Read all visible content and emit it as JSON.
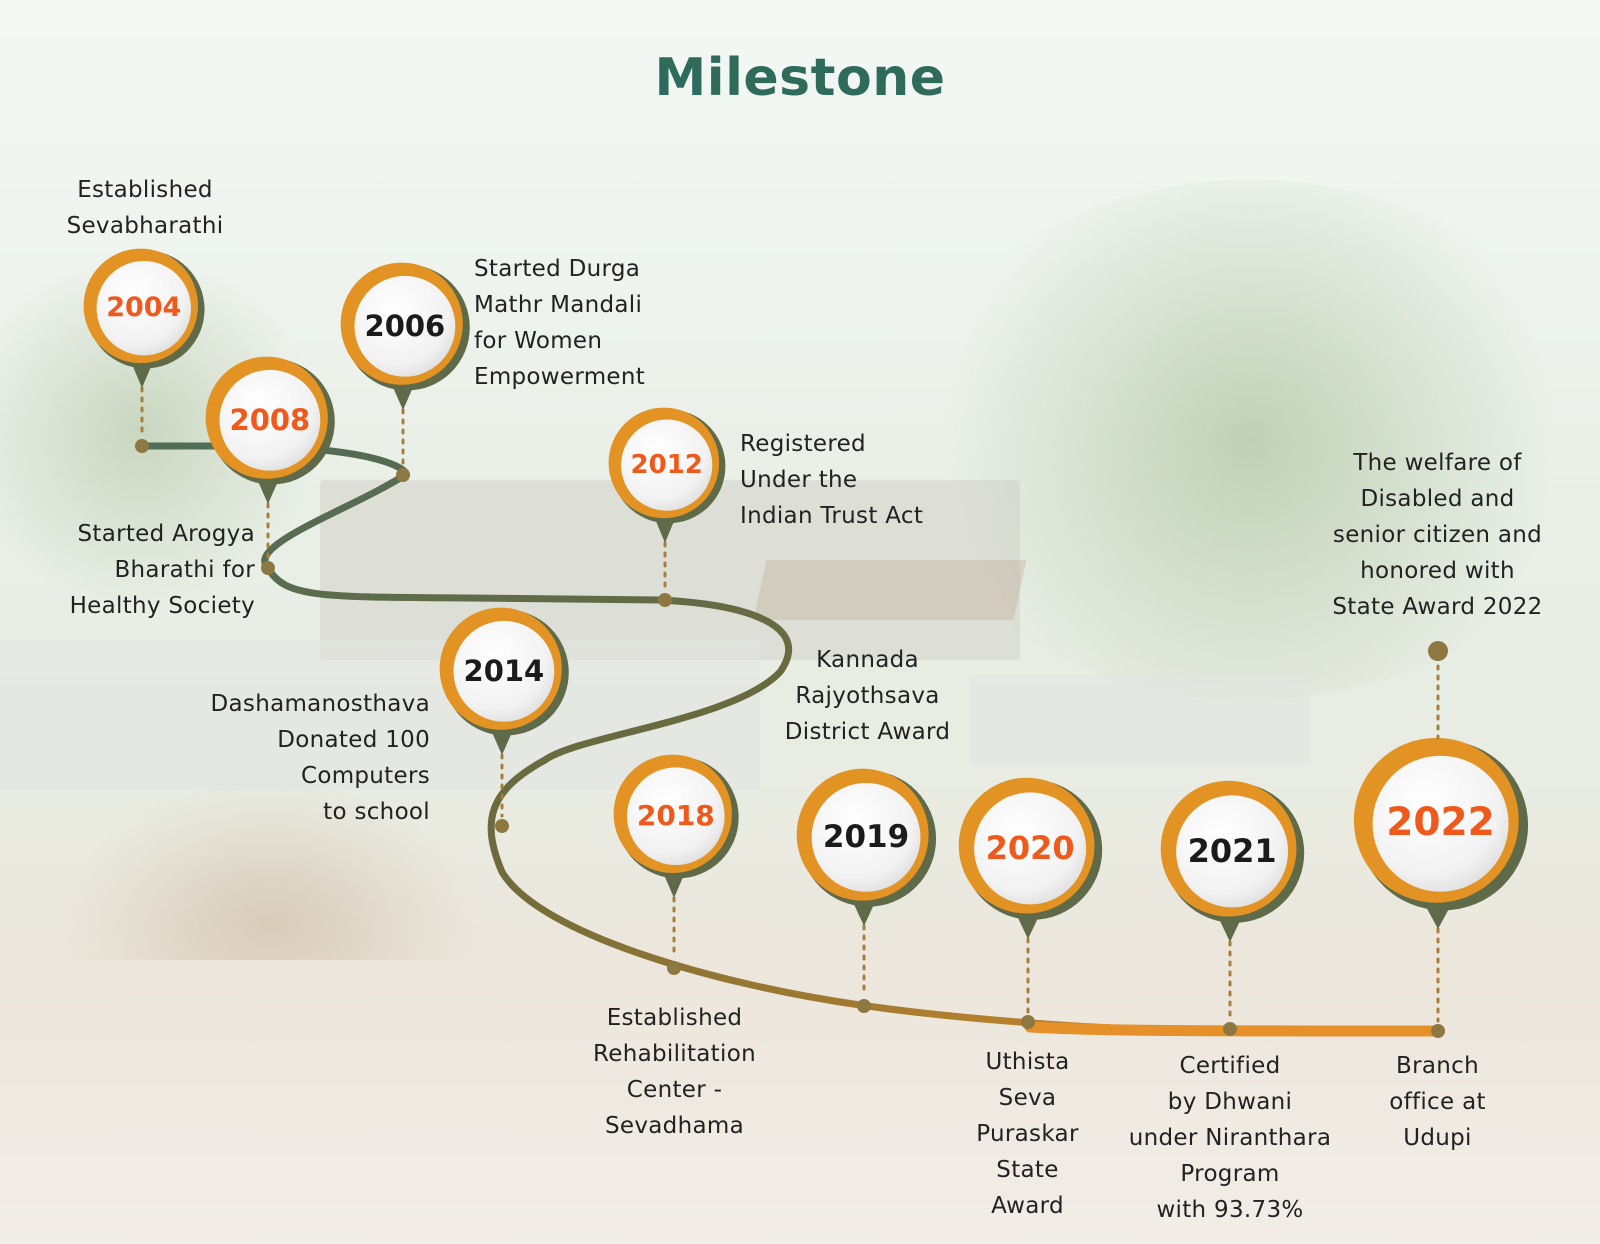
{
  "title": "Milestone",
  "colors": {
    "title": "#2f6b5a",
    "orange_ring": "#e39323",
    "olive_ring": "#5e6a48",
    "year_orange": "#ef5a1c",
    "year_dark": "#1b1b1b",
    "connector": "#a77e3a"
  },
  "milestones": [
    {
      "year": "2004",
      "text": "Established\nSevabharathi",
      "year_color": "orange"
    },
    {
      "year": "2006",
      "text": "Started Durga\nMathr Mandali\nfor Women\nEmpowerment",
      "year_color": "dark"
    },
    {
      "year": "2008",
      "text": "Started Arogya\nBharathi for\nHealthy Society",
      "year_color": "orange"
    },
    {
      "year": "2012",
      "text": "Registered\nUnder the\nIndian Trust Act",
      "year_color": "orange"
    },
    {
      "year": "2014",
      "text": "Dashamanosthava\nDonated 100\nComputers\nto school",
      "year_color": "dark"
    },
    {
      "year": "2018",
      "text": "Established\nRehabilitation\nCenter -\nSevadhama",
      "year_color": "orange"
    },
    {
      "year": "2019",
      "text": "Kannada\nRajyothsava\nDistrict Award",
      "year_color": "dark"
    },
    {
      "year": "2020",
      "text": "Uthista\nSeva\nPuraskar\nState\nAward",
      "year_color": "orange"
    },
    {
      "year": "2021",
      "text": "Certified\nby Dhwani\nunder Niranthara\nProgram\nwith 93.73%",
      "year_color": "dark"
    },
    {
      "year": "2022",
      "text": "The welfare of\nDisabled and\nsenior citizen and\nhonored with\nState Award 2022",
      "year_color": "orange"
    },
    {
      "year": "",
      "text": "Branch\noffice at\nUdupi",
      "year_color": "orange"
    }
  ]
}
